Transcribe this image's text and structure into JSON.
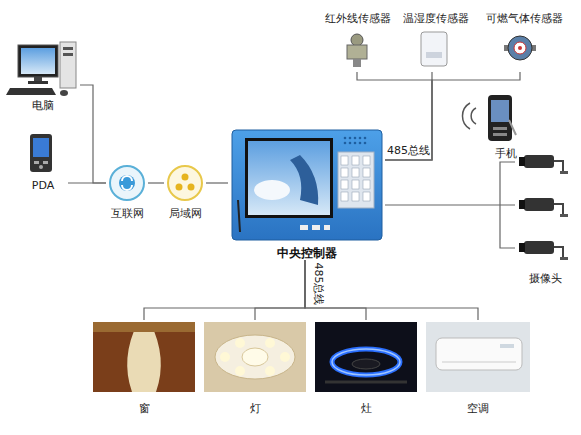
{
  "diagram": {
    "nodes": [
      {
        "text": [
          "电脑"
        ]
      },
      {
        "text": [
          "PDA"
        ]
      },
      {
        "text": [
          "互联网"
        ]
      },
      {
        "text": [
          "局域网"
        ]
      },
      {
        "text": [
          "中央控制器"
        ]
      },
      {
        "text": [
          "红外线传感器"
        ]
      },
      {
        "text": [
          "温湿度传感器"
        ]
      },
      {
        "text": [
          "可燃气体传感器"
        ]
      },
      {
        "text": [
          "手机"
        ]
      },
      {
        "text": [
          "摄像头"
        ]
      },
      {
        "text": [
          "窗"
        ]
      },
      {
        "text": [
          "灯"
        ]
      },
      {
        "text": [
          "灶"
        ]
      },
      {
        "text": [
          "空调"
        ]
      }
    ],
    "edges": [
      {
        "from": 0,
        "to": 2,
        "arrow": "none"
      },
      {
        "from": 1,
        "to": 2,
        "arrow": "none"
      },
      {
        "from": 2,
        "to": 3,
        "arrow": "none"
      },
      {
        "from": 3,
        "to": 4,
        "arrow": "none"
      },
      {
        "from": 4,
        "to": 5,
        "arrow": "none",
        "label": "485总线"
      },
      {
        "from": 4,
        "to": 6,
        "arrow": "none"
      },
      {
        "from": 4,
        "to": 7,
        "arrow": "none"
      },
      {
        "from": 4,
        "to": 9,
        "arrow": "none"
      },
      {
        "from": 4,
        "to": 10,
        "arrow": "none",
        "label": "485总线"
      },
      {
        "from": 4,
        "to": 11,
        "arrow": "none"
      },
      {
        "from": 4,
        "to": 12,
        "arrow": "none"
      },
      {
        "from": 4,
        "to": 13,
        "arrow": "none"
      }
    ]
  }
}
